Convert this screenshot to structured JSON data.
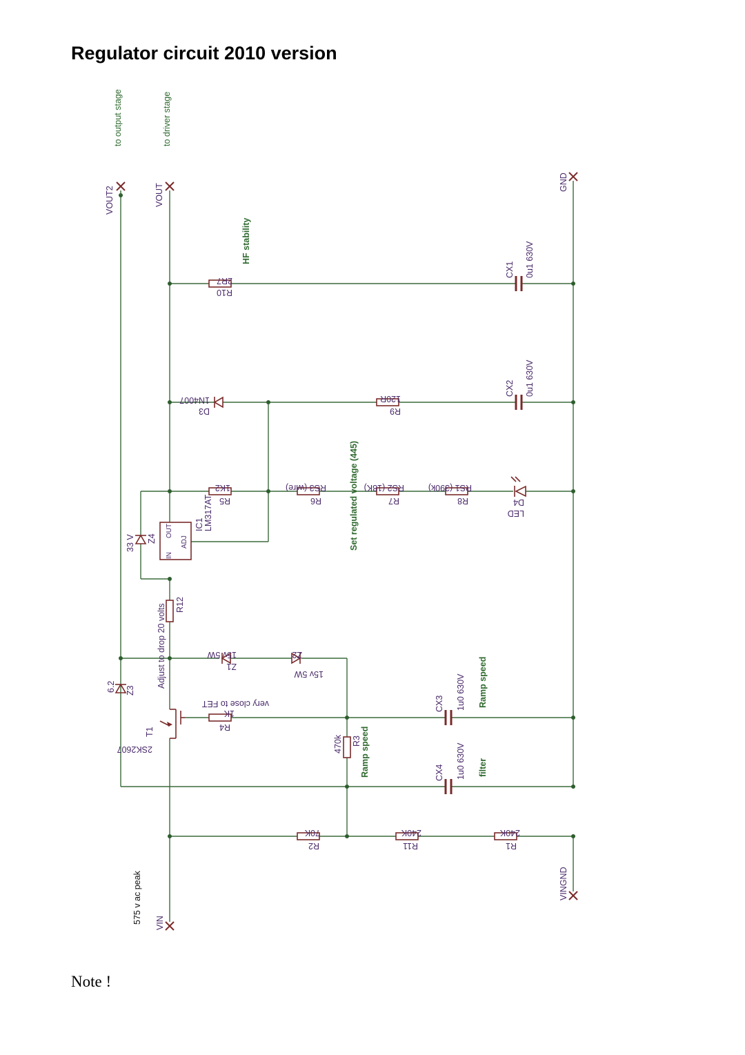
{
  "document": {
    "title": "Regulator circuit 2010 version",
    "note": "Note !"
  },
  "schematic": {
    "annotations": {
      "to_output_stage": "to output stage",
      "to_driver_stage": "to driver stage",
      "hf_stability": "HF stability",
      "set_voltage": "Set regulated voltage (445)",
      "adjust_drop": "Adjust to drop 20 volts",
      "very_close": "very close to FET",
      "ramp_speed_cx3": "Ramp speed",
      "ramp_speed_r3": "Ramp speed",
      "filter": "filter",
      "vac_peak": "575  v ac peak"
    },
    "nets": {
      "vout2": "VOUT2",
      "vout": "VOUT",
      "gnd": "GND",
      "vin": "VIN",
      "vingnd": "VINGND"
    },
    "components": {
      "r10": {
        "ref": "R10",
        "value": "2R7"
      },
      "cx1": {
        "ref": "CX1",
        "value": "0u1 630V"
      },
      "d3": {
        "ref": "D3",
        "value": "1N4007"
      },
      "r9": {
        "ref": "R9",
        "value": "120R"
      },
      "cx2": {
        "ref": "CX2",
        "value": "0u1 630V"
      },
      "r5": {
        "ref": "R5",
        "value": "1K2"
      },
      "r6": {
        "ref": "R6",
        "value": "RS3 (wire)"
      },
      "r7": {
        "ref": "R7",
        "value": "RS2 (18K)"
      },
      "r8": {
        "ref": "R8",
        "value": "RS1 (390k)"
      },
      "d4": {
        "ref": "D4",
        "value": "LED"
      },
      "ic1": {
        "ref": "IC1",
        "value": "LM317AT",
        "pin_in": "IN",
        "pin_out": "OUT",
        "pin_adj": "ADJ"
      },
      "z4": {
        "ref": "Z4",
        "value": "33 V"
      },
      "r12": {
        "ref": "R12"
      },
      "z1": {
        "ref": "Z1",
        "value": "15v 5W"
      },
      "z2": {
        "ref": "Z2",
        "value": "15v 5W"
      },
      "z3": {
        "ref": "Z3",
        "value": "6.2"
      },
      "t1": {
        "ref": "T1",
        "value": "2SK2607"
      },
      "r4": {
        "ref": "R4",
        "value": "1K"
      },
      "r3": {
        "ref": "R3",
        "value": "470k"
      },
      "cx3": {
        "ref": "CX3",
        "value": "1u0 630V"
      },
      "cx4": {
        "ref": "CX4",
        "value": "1u0 630V"
      },
      "r2": {
        "ref": "R2",
        "value": "70K"
      },
      "r11": {
        "ref": "R11",
        "value": "240K"
      },
      "r1": {
        "ref": "R1",
        "value": "240K"
      }
    }
  }
}
